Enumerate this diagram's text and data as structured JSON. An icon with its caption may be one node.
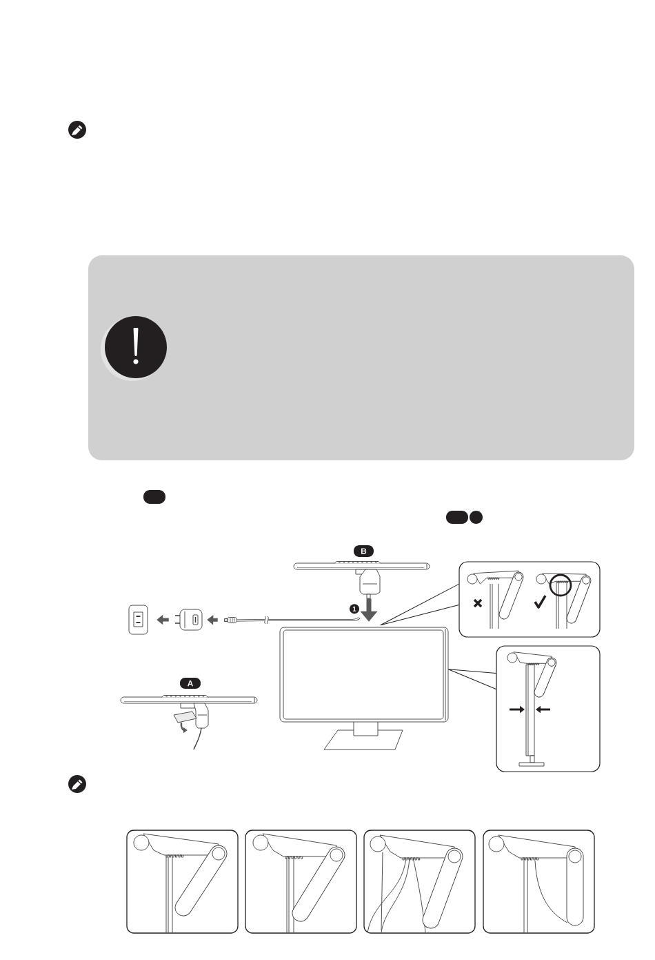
{
  "diagram": {
    "nodes": [
      {
        "text": [],
        "shape": "pill"
      },
      {
        "text": [],
        "shape": "pill"
      },
      {
        "text": [],
        "shape": "circle"
      },
      {
        "text": [
          "B"
        ]
      },
      {
        "text": [],
        "shape": "picture"
      },
      {
        "text": [],
        "shape": "box"
      },
      {
        "text": [],
        "shape": "picture"
      },
      {
        "text": [],
        "shape": "picture"
      },
      {
        "text": [],
        "shape": "picture"
      },
      {
        "text": [],
        "shape": "picture"
      },
      {
        "text": [],
        "shape": "box"
      },
      {
        "text": [
          "A"
        ]
      },
      {
        "text": [],
        "shape": "picture"
      }
    ],
    "edges": [
      {
        "from": 8,
        "to": 7,
        "arrow": "to"
      },
      {
        "from": 7,
        "to": 6,
        "arrow": "to"
      },
      {
        "from": 8,
        "to": 9,
        "arrow": "none",
        "color": "#3c3c3c"
      },
      {
        "from": 4,
        "to": 9,
        "arrow": "to",
        "label": "1",
        "style": "thick"
      },
      {
        "from": 9,
        "to": 5,
        "arrow": "none",
        "color": "#231f20"
      },
      {
        "from": 9,
        "to": 10,
        "arrow": "none",
        "color": "#231f20"
      }
    ]
  }
}
